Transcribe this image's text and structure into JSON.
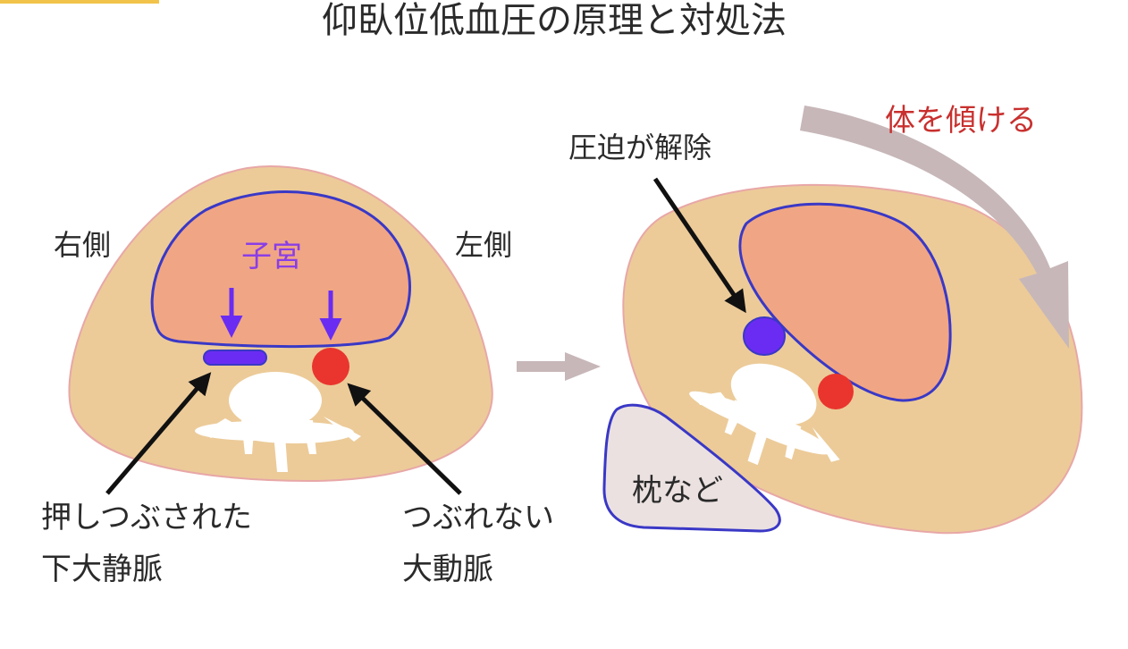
{
  "title": "仰臥位低血圧の原理と対処法",
  "left_panel": {
    "side_right": "右側",
    "side_left": "左側",
    "uterus": "子宮",
    "vein_line1": "押しつぶされた",
    "vein_line2": "下大静脈",
    "aorta_line1": "つぶれない",
    "aorta_line2": "大動脈"
  },
  "right_panel": {
    "tilt": "体を傾ける",
    "released": "圧迫が解除",
    "pillow": "枕など"
  },
  "colors": {
    "body_fill": "#eccb99",
    "body_outline": "#e8a7a7",
    "uterus_fill": "#f0a684",
    "outline_blue": "#3a38c6",
    "vein": "#6a2cf2",
    "aorta": "#e9352d",
    "uterus_label": "#8a3ee6",
    "tilt_label": "#c8302e",
    "gray_arrow": "#c7b7b9",
    "pillow_fill": "#ebe1e1",
    "text": "#2a2a2a"
  }
}
